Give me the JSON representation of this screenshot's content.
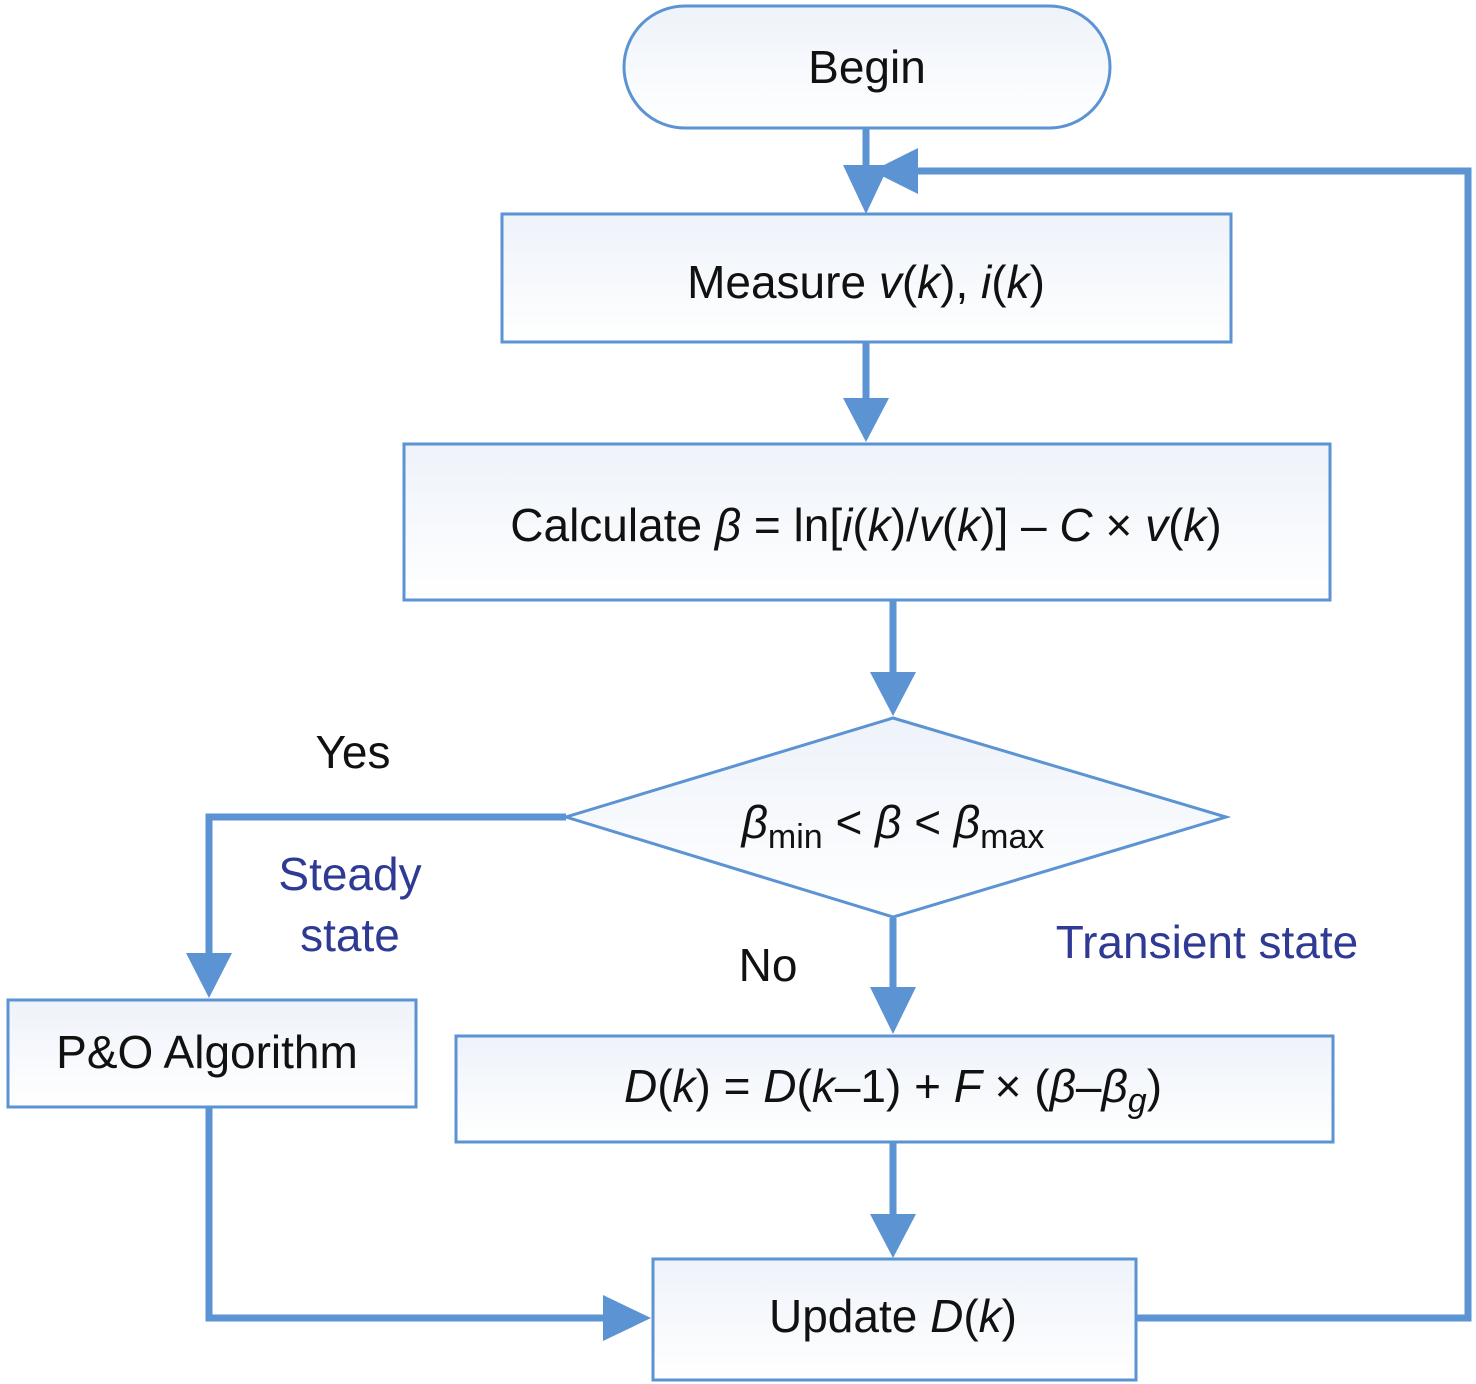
{
  "colors": {
    "line": "#5b93d3",
    "box_fill_top": "#eef3fa",
    "box_fill_bottom": "#ffffff",
    "text": "#111111",
    "state_label": "#2e3a94"
  },
  "nodes": {
    "begin": {
      "text": "Begin"
    },
    "measure": {
      "prefix": "Measure ",
      "v": "v",
      "k1": "(",
      "kk1": "k",
      "close1": "), ",
      "i": "i",
      "open2": "(",
      "kk2": "k",
      "close2": ")"
    },
    "calculate": {
      "prefix": "Calculate ",
      "beta": "β",
      "eq": " = ln[",
      "i": "i",
      "p1": "(",
      "k1": "k",
      "p2": ")/",
      "v": "v",
      "p3": "(",
      "k2": "k",
      "p4": ")] – ",
      "C": "C",
      "times": " × ",
      "v2": "v",
      "p5": "(",
      "k3": "k",
      "p6": ")"
    },
    "decision": {
      "beta_min": "β",
      "sub_min": "min",
      "lt1": " < ",
      "beta": "β",
      "lt2": " < ",
      "beta_max": "β",
      "sub_max": "max"
    },
    "po": {
      "text": "P&O Algorithm"
    },
    "duty": {
      "D1": "D",
      "p1": "(",
      "k1": "k",
      "p2": ") = ",
      "D2": "D",
      "p3": "(",
      "k2": "k",
      "p4": "–1) + ",
      "F": "F",
      "times": " × (",
      "b1": "β",
      "dash": "–",
      "b2": "β",
      "sub_g": "g",
      "p5": ")"
    },
    "update": {
      "prefix": "Update ",
      "D": "D",
      "p1": "(",
      "k": "k",
      "p2": ")"
    }
  },
  "labels": {
    "yes": "Yes",
    "no": "No",
    "steady_line1": "Steady",
    "steady_line2": "state",
    "transient": "Transient state"
  }
}
